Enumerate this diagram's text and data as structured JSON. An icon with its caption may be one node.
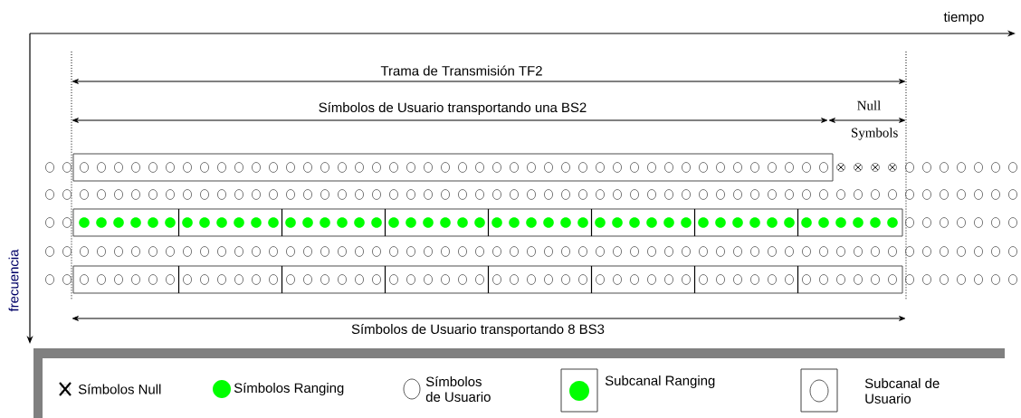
{
  "diagram": {
    "labels": [
      "tiempo",
      "Trama de Transmisión TF2",
      "Símbolos de Usuario transportando una BS2",
      "Null Symbols",
      "Símbolos de Usuario transportando 8 BS3",
      "frecuencia"
    ],
    "legend": [
      {
        "text": "Símbolos Null"
      },
      {
        "text": "Símbolos Ranging",
        "color": "#00ff00"
      },
      {
        "text": "Símbolos de Usuario"
      },
      {
        "text": "Subcanal Ranging",
        "color": "#00ff00"
      },
      {
        "text": "Subcanal de Usuario"
      }
    ]
  }
}
